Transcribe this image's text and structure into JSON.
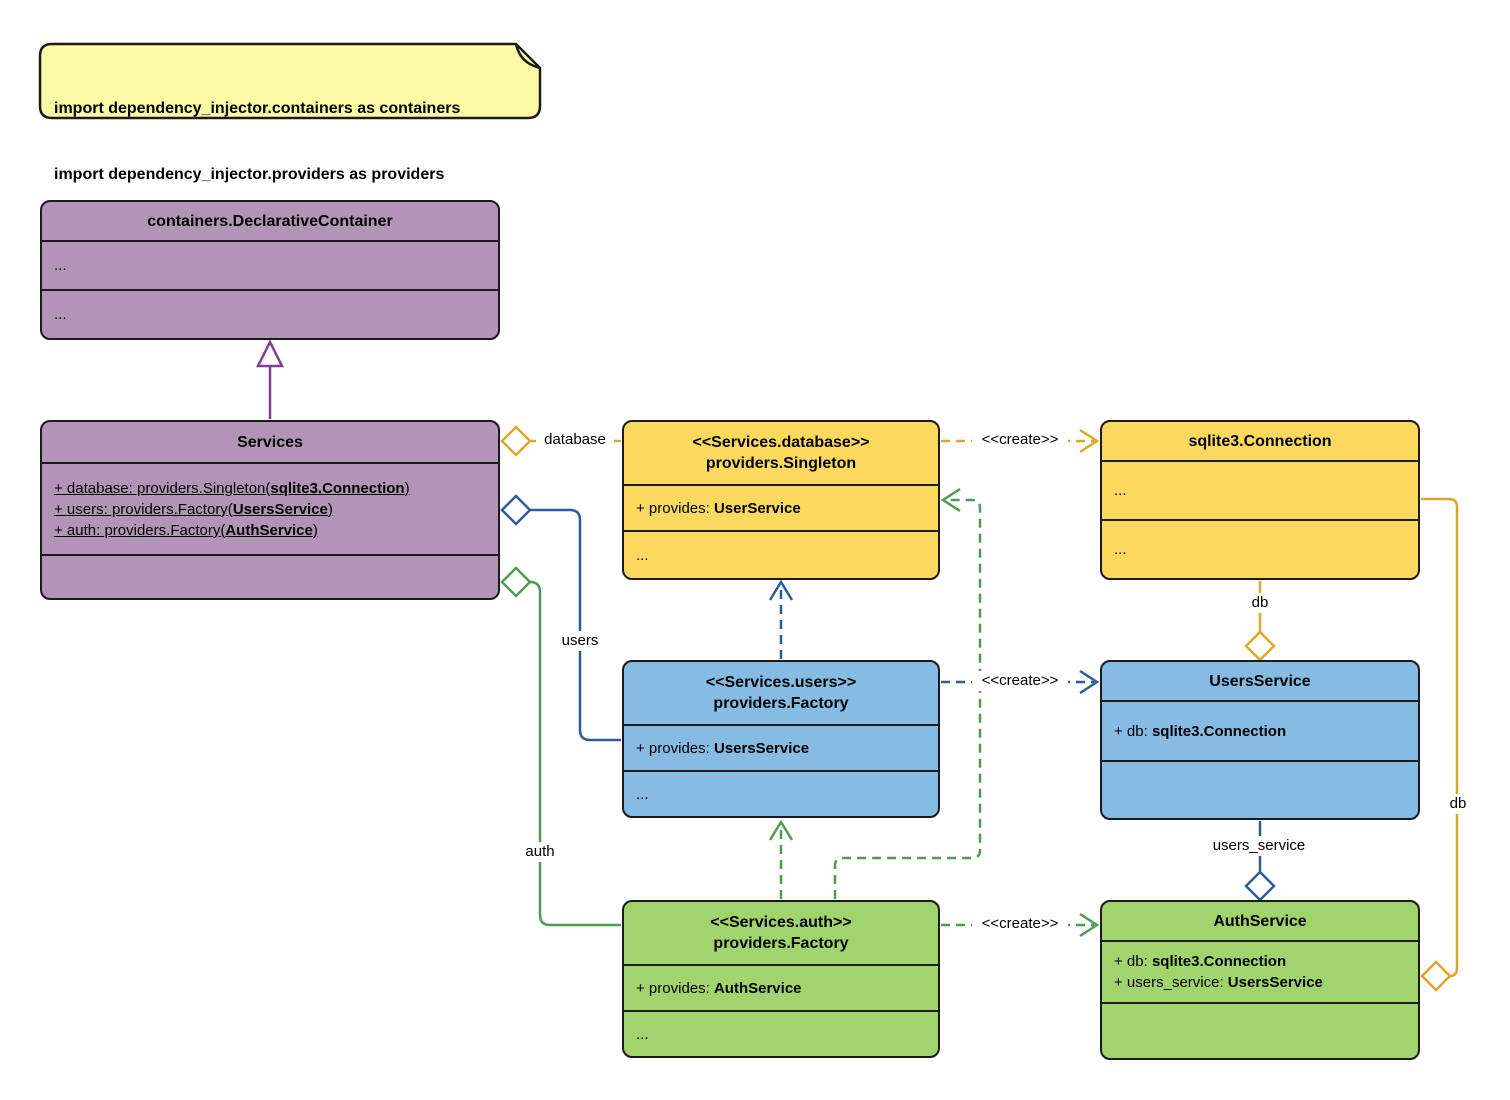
{
  "colors": {
    "purple_fill": "#b295b6",
    "purple_line": "#7d3f8f",
    "yellow_fill": "#fbd95f",
    "yellow_line": "#dfa527",
    "blue_fill": "#86bce3",
    "blue_line": "#2b5d9b",
    "green_fill": "#a1d46c",
    "green_line": "#4f9c51",
    "note_fill": "#fbfba6",
    "border": "#1b1b1b"
  },
  "note": {
    "lines": [
      "import dependency_injector.containers as containers",
      "import dependency_injector.providers as providers"
    ]
  },
  "classes": {
    "declarative_container": {
      "title": "containers.DeclarativeContainer",
      "rows": [
        "...",
        "..."
      ]
    },
    "services": {
      "title": "Services",
      "attributes": [
        {
          "prefix": "+ database: providers.Singleton(",
          "bold": "sqlite3.Connection",
          "suffix": ")"
        },
        {
          "prefix": "+ users: providers.Factory(",
          "bold": "UsersService",
          "suffix": ")"
        },
        {
          "prefix": "+ auth: providers.Factory(",
          "bold": "AuthService",
          "suffix": ")"
        }
      ]
    },
    "database_singleton": {
      "stereotype": "<<Services.database>>",
      "title": "providers.Singleton",
      "provides": {
        "prefix": "+ provides: ",
        "bold": "UserService"
      },
      "ellipsis": "..."
    },
    "sqlite_connection": {
      "title": "sqlite3.Connection",
      "rows": [
        "...",
        "..."
      ]
    },
    "users_factory": {
      "stereotype": "<<Services.users>>",
      "title": "providers.Factory",
      "provides": {
        "prefix": "+ provides: ",
        "bold": "UsersService"
      },
      "ellipsis": "..."
    },
    "users_service": {
      "title": "UsersService",
      "attr": {
        "prefix": "+ db: ",
        "bold": "sqlite3.Connection"
      }
    },
    "auth_factory": {
      "stereotype": "<<Services.auth>>",
      "title": "providers.Factory",
      "provides": {
        "prefix": "+ provides: ",
        "bold": "AuthService"
      },
      "ellipsis": "..."
    },
    "auth_service": {
      "title": "AuthService",
      "attributes": [
        {
          "prefix": "+ db: ",
          "bold": "sqlite3.Connection"
        },
        {
          "prefix": "+ users_service: ",
          "bold": "UsersService"
        }
      ]
    }
  },
  "edges": {
    "database": {
      "label": "database"
    },
    "users": {
      "label": "users"
    },
    "auth": {
      "label": "auth"
    },
    "create_database": {
      "label": "<<create>>"
    },
    "create_users": {
      "label": "<<create>>"
    },
    "create_auth": {
      "label": "<<create>>"
    },
    "db_users": {
      "label": "db"
    },
    "users_service": {
      "label": "users_service"
    },
    "db_auth": {
      "label": "db"
    }
  }
}
